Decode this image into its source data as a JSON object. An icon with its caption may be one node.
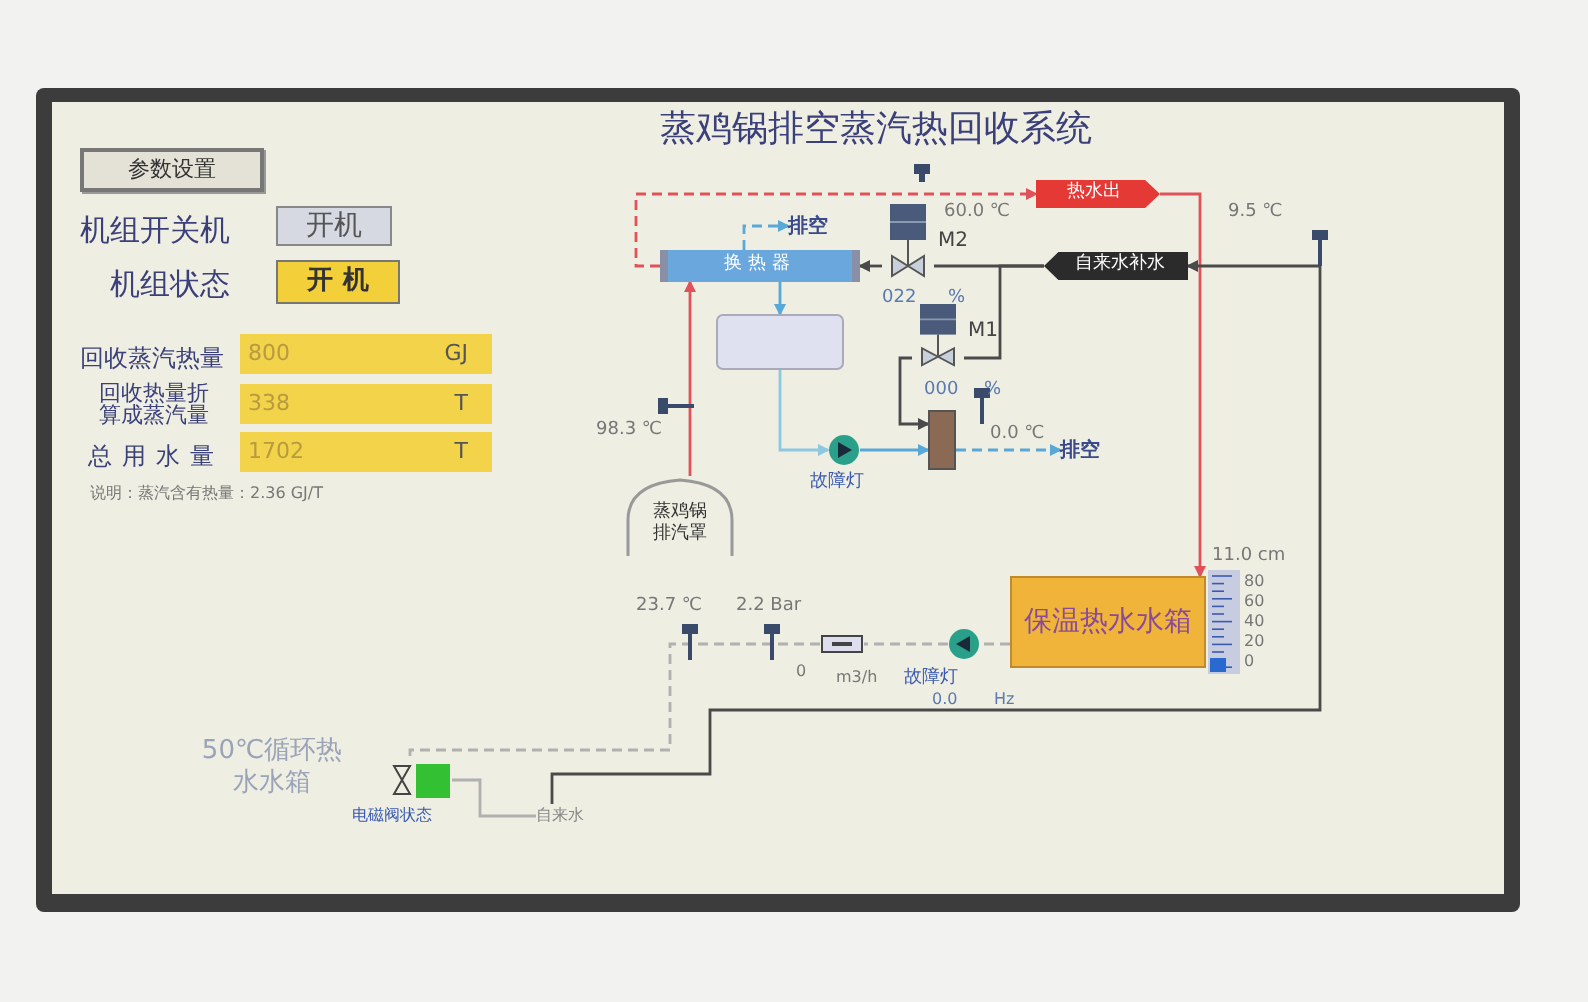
{
  "diagram": {
    "title": "蒸鸡锅排空蒸汽热回收系统",
    "nodes": [
      {
        "text": [
          "参数设置"
        ]
      },
      {
        "text": [
          "开机"
        ]
      },
      {
        "text": [
          "开 机"
        ]
      },
      {
        "text": [
          "800",
          "GJ"
        ]
      },
      {
        "text": [
          "338",
          "T"
        ]
      },
      {
        "text": [
          "1702",
          "T"
        ]
      },
      {
        "text": [
          "换热器"
        ]
      },
      {
        "text": [
          "热水出"
        ]
      },
      {
        "text": [
          "自来水补水"
        ]
      },
      {
        "text": [],
        "shape": "box"
      },
      {
        "text": [
          "蒸鸡锅排汽罩"
        ]
      },
      {
        "text": [],
        "shape": "circle",
        "beside": [
          "故障灯"
        ]
      },
      {
        "text": [],
        "shape": "bar"
      },
      {
        "text": [],
        "shape": "valve",
        "beside": [
          "M2"
        ]
      },
      {
        "text": [],
        "shape": "valve",
        "beside": [
          "M1"
        ]
      },
      {
        "text": [
          "排空"
        ]
      },
      {
        "text": [
          "排空"
        ]
      },
      {
        "text": [
          "保温热水水箱"
        ]
      },
      {
        "text": [],
        "shape": "circle",
        "beside": [
          "故障灯"
        ]
      },
      {
        "text": [],
        "shape": "box"
      },
      {
        "text": [
          "50℃循环热水水箱"
        ]
      },
      {
        "text": [],
        "shape": "valve",
        "beside": [
          "电磁阀状态"
        ]
      },
      {
        "text": [
          "自来水"
        ]
      }
    ],
    "edges": [
      {
        "from": 10,
        "to": 6,
        "arrow": "to",
        "color": "#e0525a"
      },
      {
        "from": 6,
        "to": 7,
        "arrow": "to",
        "style": "dashed",
        "color": "#e0525a"
      },
      {
        "from": 7,
        "to": 17,
        "arrow": "to",
        "color": "#e0525a"
      },
      {
        "from": 22,
        "to": 8,
        "arrow": "to"
      },
      {
        "from": 8,
        "to": 13,
        "arrow": "none"
      },
      {
        "from": 13,
        "to": 6,
        "arrow": "to"
      },
      {
        "from": 8,
        "to": 14,
        "arrow": "none"
      },
      {
        "from": 14,
        "to": 12,
        "arrow": "to"
      },
      {
        "from": 6,
        "to": 15,
        "arrow": "to",
        "style": "dashed",
        "color": "#58a8d8"
      },
      {
        "from": 6,
        "to": 9,
        "arrow": "to",
        "color": "#58a8d8"
      },
      {
        "from": 9,
        "to": 11,
        "arrow": "to",
        "color": "#8cc8e0"
      },
      {
        "from": 11,
        "to": 12,
        "arrow": "to",
        "color": "#58a8d8"
      },
      {
        "from": 12,
        "to": 16,
        "arrow": "to",
        "style": "dashed",
        "color": "#58a8d8"
      },
      {
        "from": 17,
        "to": 18,
        "arrow": "none",
        "style": "dashed",
        "color": "#b0b0b0"
      },
      {
        "from": 18,
        "to": 19,
        "arrow": "none",
        "style": "dashed",
        "color": "#b0b0b0"
      },
      {
        "from": 19,
        "to": 21,
        "arrow": "none",
        "style": "dashed",
        "color": "#b0b0b0"
      },
      {
        "from": 21,
        "to": 22,
        "arrow": "none",
        "color": "#b0b0b0"
      }
    ],
    "labels": [
      "机组开关机",
      "机组状态",
      "回收蒸汽热量",
      "回收热量折算成蒸汽量",
      "总用水量",
      "说明：蒸汽含有热量：2.36 GJ/T",
      "60.0 ℃",
      "022",
      "%",
      "000",
      "%",
      "9.5 ℃",
      "98.3 ℃",
      "0.0 ℃",
      "11.0 cm",
      "80",
      "60",
      "40",
      "20",
      "0",
      "23.7 ℃",
      "2.2 Bar",
      "0",
      "m3/h",
      "0.0",
      "Hz"
    ]
  }
}
